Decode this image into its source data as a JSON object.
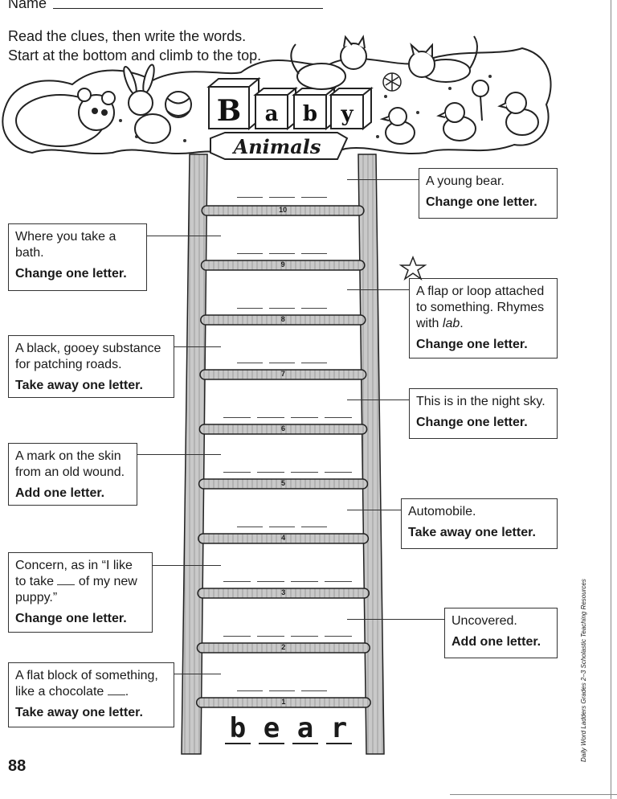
{
  "header": {
    "name_label": "Name",
    "instruction_1": "Read the clues, then write the words.",
    "instruction_2": "Start at the bottom and climb to the top."
  },
  "title": {
    "blocks": [
      "B",
      "a",
      "b",
      "y"
    ],
    "subtitle": "Animals"
  },
  "clues": [
    {
      "rung": "10",
      "text": "A young bear.",
      "instruction": "Change one letter."
    },
    {
      "rung": "9",
      "text": "Where you take a bath.",
      "instruction": "Change one letter."
    },
    {
      "rung": "8",
      "text_before": "A flap or loop attached to something. Rhymes with ",
      "text_italic": "lab",
      "text_after": ".",
      "instruction": "Change one letter."
    },
    {
      "rung": "7",
      "text": "A black, gooey substance for patching roads.",
      "instruction": "Take away one letter."
    },
    {
      "rung": "6",
      "text": "This is in the night sky.",
      "instruction": "Change one letter."
    },
    {
      "rung": "5",
      "text": "A mark on the skin from an old wound.",
      "instruction": "Add one letter."
    },
    {
      "rung": "4",
      "text": "Automobile.",
      "instruction": "Take away one letter."
    },
    {
      "rung": "3",
      "text_before": "Concern, as in “I like to take ",
      "text_after": " of my new puppy.”",
      "instruction": "Change one letter."
    },
    {
      "rung": "2",
      "text": "Uncovered.",
      "instruction": "Add one letter."
    },
    {
      "rung": "1",
      "text_before": "A flat block of something, like a chocolate ",
      "text_after": ".",
      "instruction": "Take away one letter."
    }
  ],
  "start_word": [
    "b",
    "e",
    "a",
    "r"
  ],
  "page_number": "88",
  "credit": "Daily Word Ladders Grades 2–3  Scholastic Teaching Resources"
}
